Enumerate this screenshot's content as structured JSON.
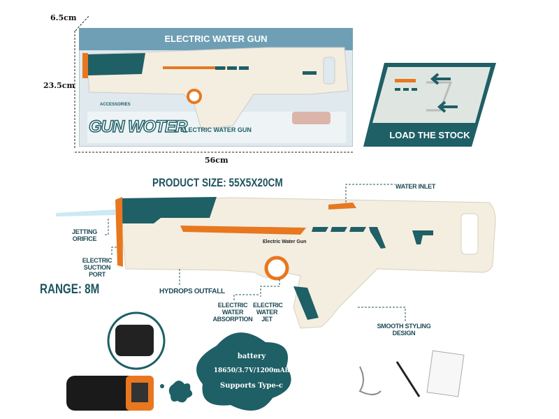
{
  "package": {
    "title": "ELECTRIC WATER GUN",
    "brand_logo": "GUN WOTER",
    "subtitle": "ELECTRIC WATER GUN",
    "accessories_label": "ACCESSORIES",
    "dimensions": {
      "depth": "6.5cm",
      "height": "23.5cm",
      "width": "56cm"
    }
  },
  "stock_panel": {
    "label": "LOAD THE STOCK"
  },
  "product": {
    "size": "PRODUCT SIZE: 55X5X20CM",
    "range": "RANGE:  8M",
    "gun_label": "Electric Water Gun",
    "callouts": {
      "water_inlet": "WATER INLET",
      "jetting_orifice": "JETTING ORIFICE",
      "suction_port": "ELECTRIC SUCTION PORT",
      "hydrops_outfall": "HYDROPS OUTFALL",
      "water_absorption": "ELECTRIC WATER ABSORPTION",
      "water_jet": "ELECTRIC WATER JET",
      "smooth_styling": "SMOOTH STYLING DESIGN"
    }
  },
  "battery": {
    "line1": "battery",
    "line2": "18650/3.7V/1200mAh",
    "line3": "Supports  Type-c"
  },
  "colors": {
    "teal": "#1f5f66",
    "orange": "#e8771f",
    "cream": "#f3eee0",
    "box_blue": "#6f9fb5"
  }
}
